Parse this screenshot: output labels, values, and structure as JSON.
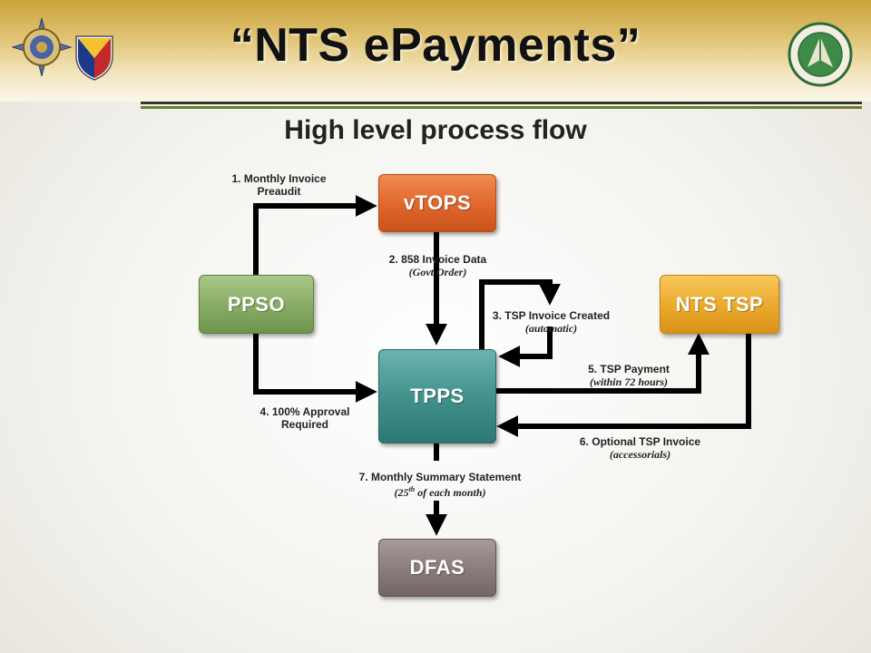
{
  "header": {
    "title": "“NTS ePayments”"
  },
  "subtitle": "High level process flow",
  "nodes": {
    "vtops": "vTOPS",
    "ppso": "PPSO",
    "tpps": "TPPS",
    "ntstsp": "NTS TSP",
    "dfas": "DFAS"
  },
  "steps": {
    "s1": {
      "text": "1. Monthly Invoice Preaudit"
    },
    "s2": {
      "text": "2. 858 Invoice Data",
      "sub": "(Govt Order)"
    },
    "s3": {
      "text": "3. TSP Invoice Created",
      "sub": "(automatic)"
    },
    "s4": {
      "text": "4. 100% Approval Required"
    },
    "s5": {
      "text": "5. TSP Payment",
      "sub": "(within 72 hours)"
    },
    "s6": {
      "text": "6. Optional TSP Invoice",
      "sub": "(accessorials)"
    },
    "s7": {
      "text": "7. Monthly Summary Statement",
      "sub_pre": "(25",
      "sub_sup": "th",
      "sub_post": " of each month)"
    }
  },
  "colors": {
    "vtops": "#e0662a",
    "ppso": "#86ab63",
    "tpps": "#3f8f8b",
    "ntstsp": "#eaa92a",
    "dfas": "#8a7b7b",
    "header": "#c9a23a"
  }
}
